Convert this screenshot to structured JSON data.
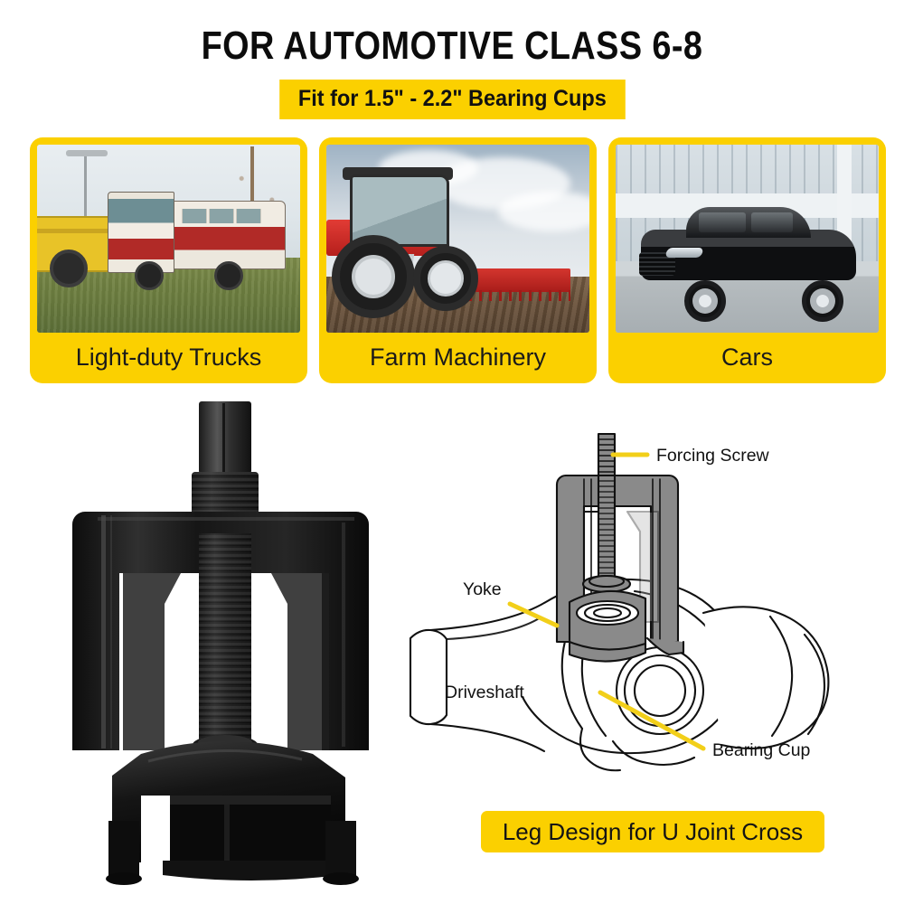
{
  "header": {
    "headline": "FOR AUTOMOTIVE CLASS 6-8",
    "subhead": "Fit for 1.5\" - 2.2\" Bearing Cups"
  },
  "colors": {
    "brand_yellow": "#FBD000",
    "leader_yellow": "#F2CF19",
    "text_black": "#111111",
    "tool_gray": "#8A8A8A",
    "page_background": "#FFFFFF"
  },
  "cards": [
    {
      "caption": "Light-duty Trucks",
      "photo_alt": "red and white intercity bus parked on grass beside a yellow bus",
      "photo_name": "bus-photo"
    },
    {
      "caption": "Farm Machinery",
      "photo_alt": "red tractor pulling a cultivator across a plowed field under cloudy sky",
      "photo_name": "tractor-photo"
    },
    {
      "caption": "Cars",
      "photo_alt": "black luxury sedan parked in front of a glass office building",
      "photo_name": "car-photo"
    }
  ],
  "product": {
    "alt": "black universal joint puller tool with hex-head forcing screw and C-frame body"
  },
  "diagram": {
    "alt": "line drawing of a u-joint puller installed on a driveshaft yoke",
    "labels": [
      {
        "key": "forcing_screw",
        "text": "Forcing Screw"
      },
      {
        "key": "yoke",
        "text": "Yoke"
      },
      {
        "key": "driveshaft",
        "text": "Driveshaft"
      },
      {
        "key": "bearing_cup",
        "text": "Bearing Cup"
      }
    ]
  },
  "bottom": {
    "caption": "Leg Design for U Joint Cross"
  }
}
